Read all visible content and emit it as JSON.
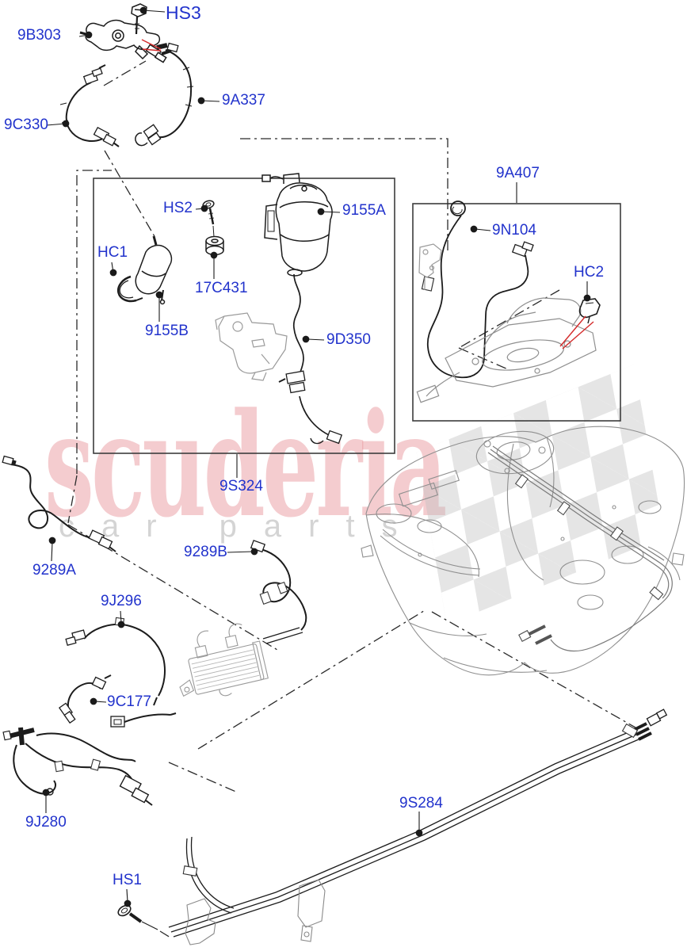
{
  "watermark": {
    "brand": "scuderia",
    "tagline": "car parts"
  },
  "colors": {
    "label_blue": "#2233CC",
    "leader_black": "#1a1a1a",
    "arrow_red": "#D42A2A",
    "box_stroke": "#3C3C3C",
    "art_black": "#1C1C1C",
    "art_gray": "#8F8F8F",
    "watermark_pink": "#DC5660",
    "watermark_gray": "#A0A0A0"
  },
  "labels": [
    {
      "id": "HS3",
      "text": "HS3"
    },
    {
      "id": "9B303",
      "text": "9B303"
    },
    {
      "id": "9A337",
      "text": "9A337"
    },
    {
      "id": "9C330",
      "text": "9C330"
    },
    {
      "id": "HS2",
      "text": "HS2"
    },
    {
      "id": "9155A",
      "text": "9155A"
    },
    {
      "id": "HC1",
      "text": "HC1"
    },
    {
      "id": "17C431",
      "text": "17C431"
    },
    {
      "id": "9155B",
      "text": "9155B"
    },
    {
      "id": "9D350",
      "text": "9D350"
    },
    {
      "id": "9S324",
      "text": "9S324"
    },
    {
      "id": "9A407",
      "text": "9A407"
    },
    {
      "id": "9N104",
      "text": "9N104"
    },
    {
      "id": "HC2",
      "text": "HC2"
    },
    {
      "id": "9289A",
      "text": "9289A"
    },
    {
      "id": "9289B",
      "text": "9289B"
    },
    {
      "id": "9J296",
      "text": "9J296"
    },
    {
      "id": "9C177",
      "text": "9C177"
    },
    {
      "id": "9J280",
      "text": "9J280"
    },
    {
      "id": "9S284",
      "text": "9S284"
    },
    {
      "id": "HS1",
      "text": "HS1"
    }
  ]
}
